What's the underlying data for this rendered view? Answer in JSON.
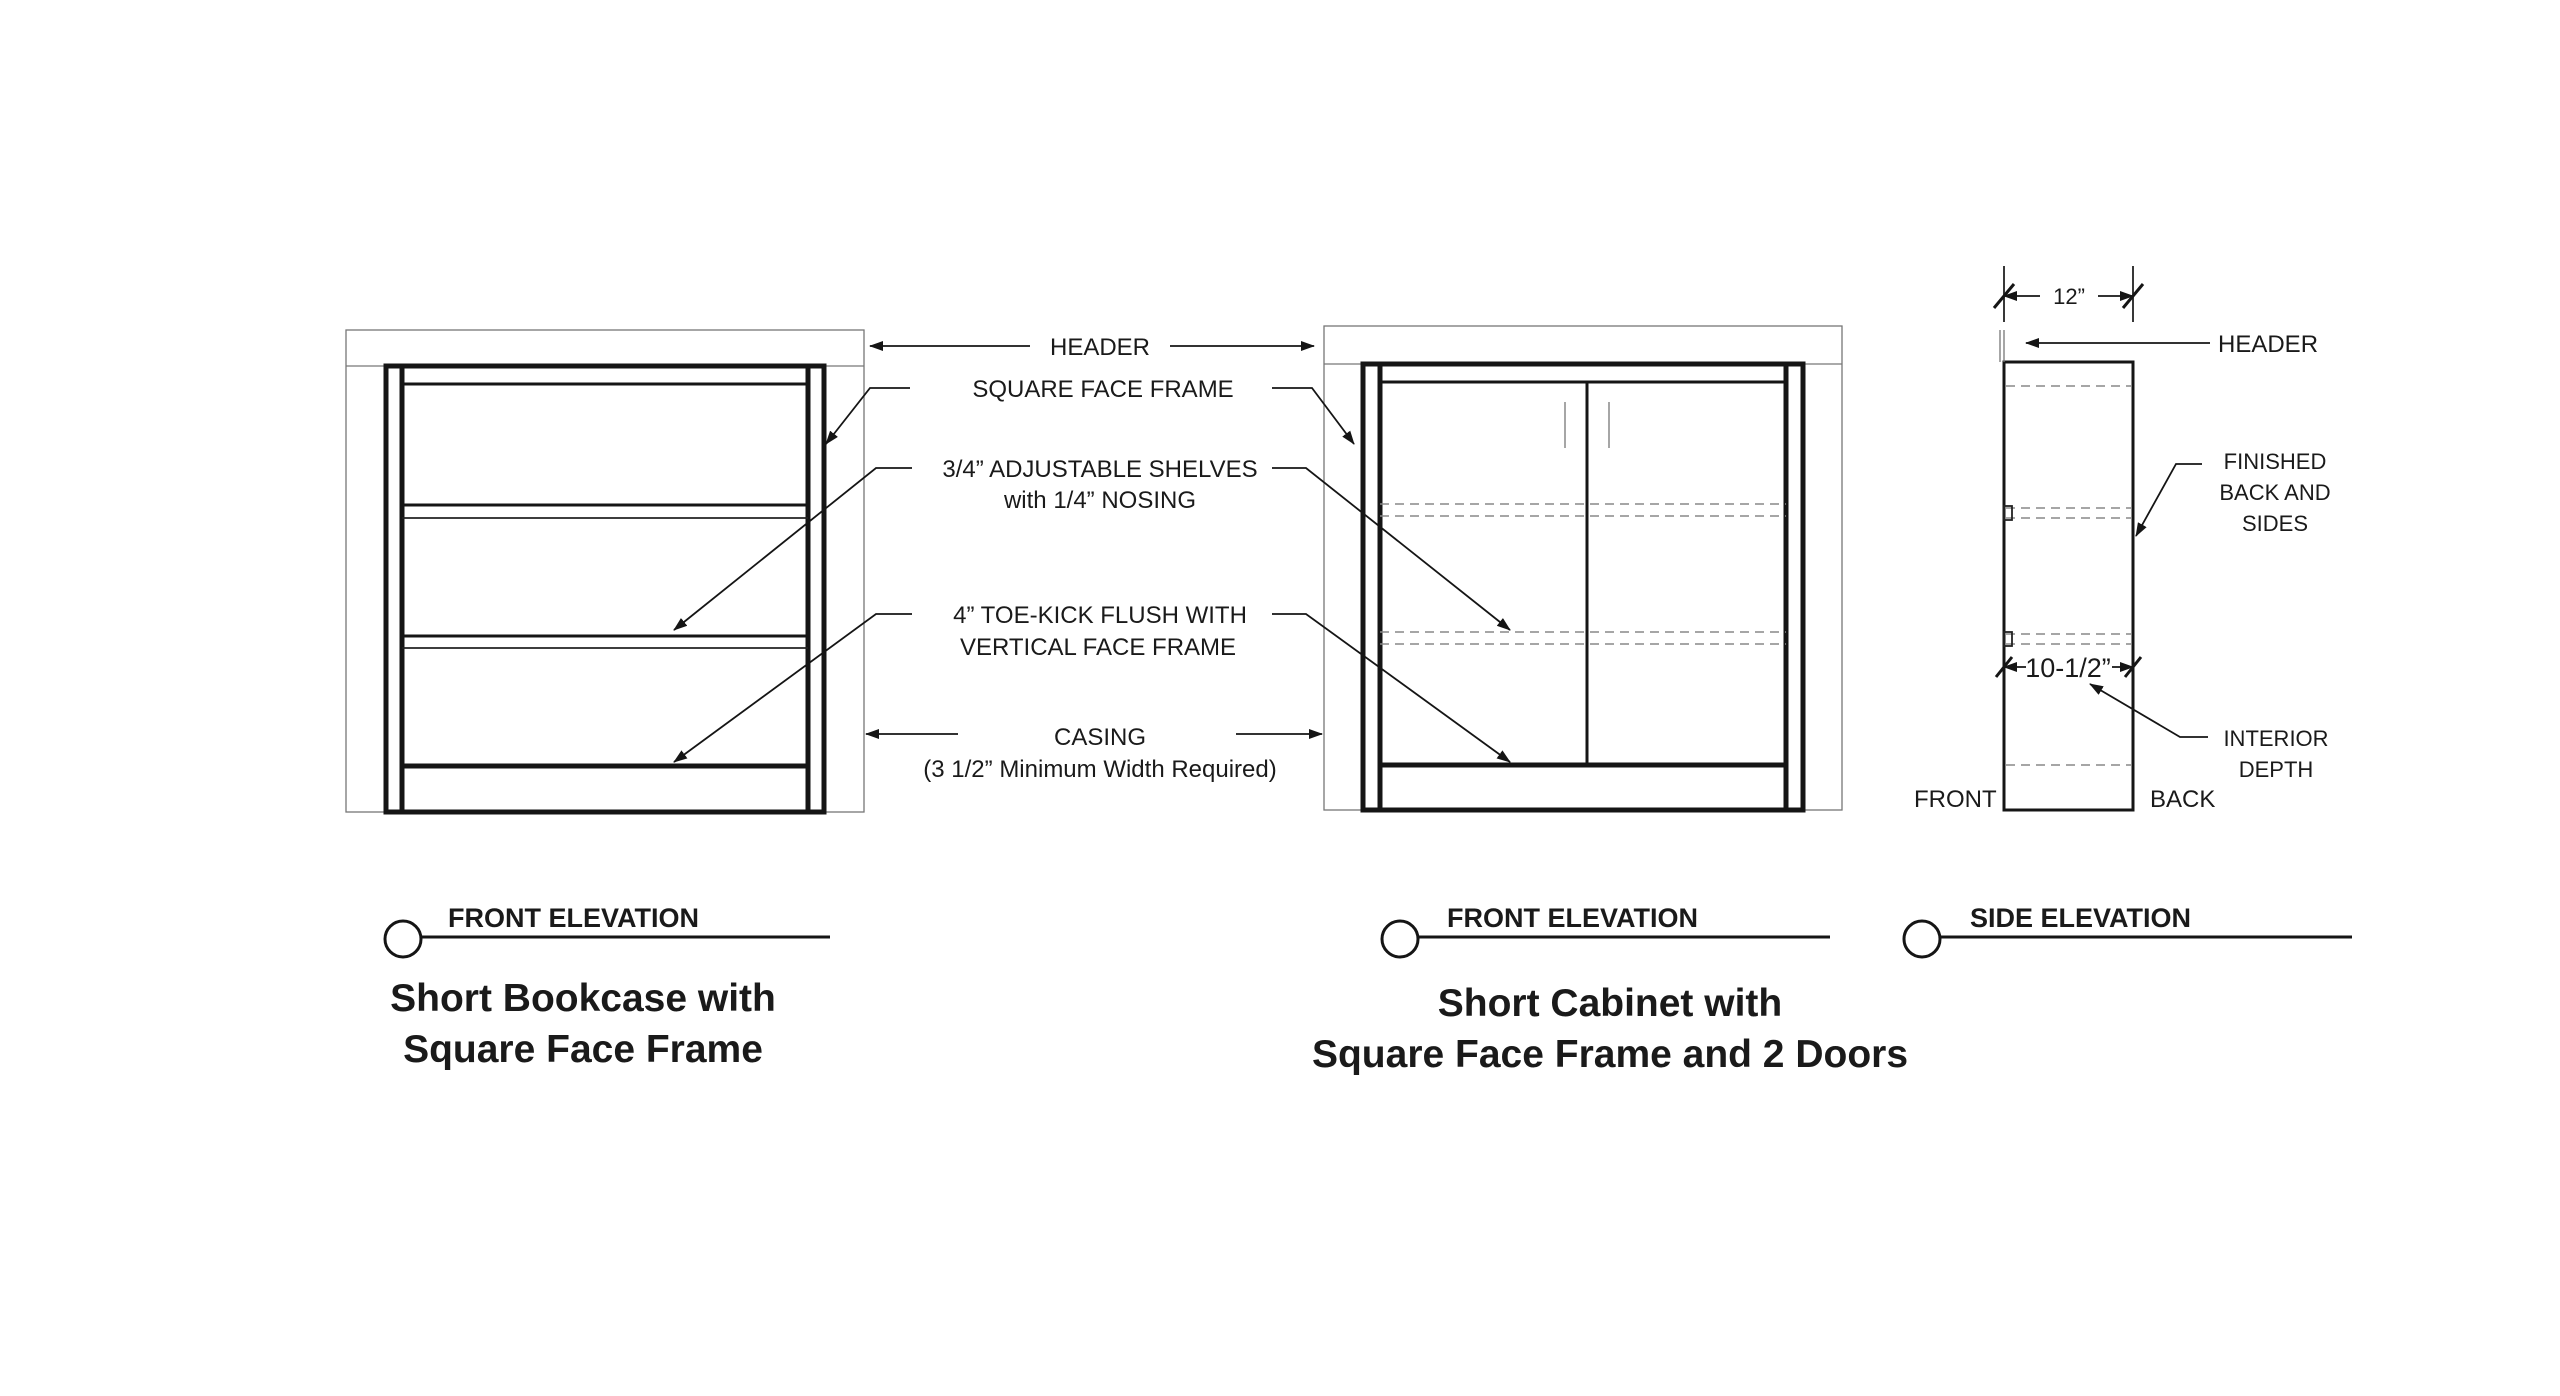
{
  "callouts": {
    "header": "HEADER",
    "square_face_frame": "SQUARE FACE FRAME",
    "shelves_line1": "3/4”  ADJUSTABLE SHELVES",
    "shelves_line2": "with 1/4” NOSING",
    "toekick_line1": "4” TOE-KICK FLUSH WITH",
    "toekick_line2": "VERTICAL FACE FRAME",
    "casing_line1": "CASING",
    "casing_line2": "(3 1/2” Minimum Width Required)"
  },
  "side_view": {
    "width_dim": "12”",
    "header": "HEADER",
    "finished_line1": "FINISHED",
    "finished_line2": "BACK AND",
    "finished_line3": "SIDES",
    "depth_dim": "10-1/2”",
    "interior_line1": "INTERIOR",
    "interior_line2": "DEPTH",
    "front": "FRONT",
    "back": "BACK"
  },
  "elevations": {
    "bookcase": "FRONT ELEVATION",
    "cabinet": "FRONT ELEVATION",
    "side": "SIDE ELEVATION"
  },
  "titles": {
    "bookcase_line1": "Short Bookcase with",
    "bookcase_line2": "Square Face Frame",
    "cabinet_line1": "Short Cabinet with",
    "cabinet_line2": "Square Face Frame and 2 Doors"
  }
}
